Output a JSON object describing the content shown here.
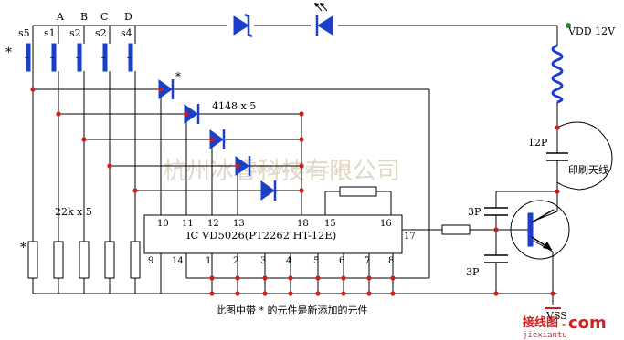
{
  "switches": {
    "names": [
      "s5",
      "s1",
      "s2",
      "s2",
      "s4"
    ],
    "keys": [
      "A",
      "B",
      "C",
      "D"
    ],
    "star": "*"
  },
  "diodes": {
    "star": "*",
    "label": "4148 x 5"
  },
  "resistors": {
    "label": "22k x 5",
    "star": "*"
  },
  "ic": {
    "label": "IC   VD5026(PT2262 HT-12E)",
    "pins_top": [
      "10",
      "11",
      "12",
      "13",
      "18",
      "15",
      "16"
    ],
    "pins_bottom": [
      "9",
      "14",
      "1",
      "2",
      "3",
      "4",
      "5",
      "6",
      "7",
      "8"
    ],
    "pin_right": "17"
  },
  "power": {
    "vdd": "VDD 12V",
    "vss": "VSS"
  },
  "rf": {
    "cap_12p": "12P",
    "cap_3p_top": "3P",
    "cap_3p_bottom": "3P",
    "antenna": "印刷天线"
  },
  "note": "此图中带 * 的元件是新添加的元件",
  "watermark": {
    "company": "杭州冰睿科技有限公司",
    "url": "www.dzsc.com"
  },
  "logo": {
    "cn": "接线图",
    "dot": ".",
    "com": "com",
    "domain": "jiexiantu"
  },
  "colors": {
    "wire": "#000000",
    "component": "#1b3fc8",
    "node": "#cc1e1e",
    "vdd_dot": "#2a8a2a",
    "watermark": "#d8c8a8",
    "logo_red": "#d02020",
    "logo_orange": "#e07810"
  }
}
